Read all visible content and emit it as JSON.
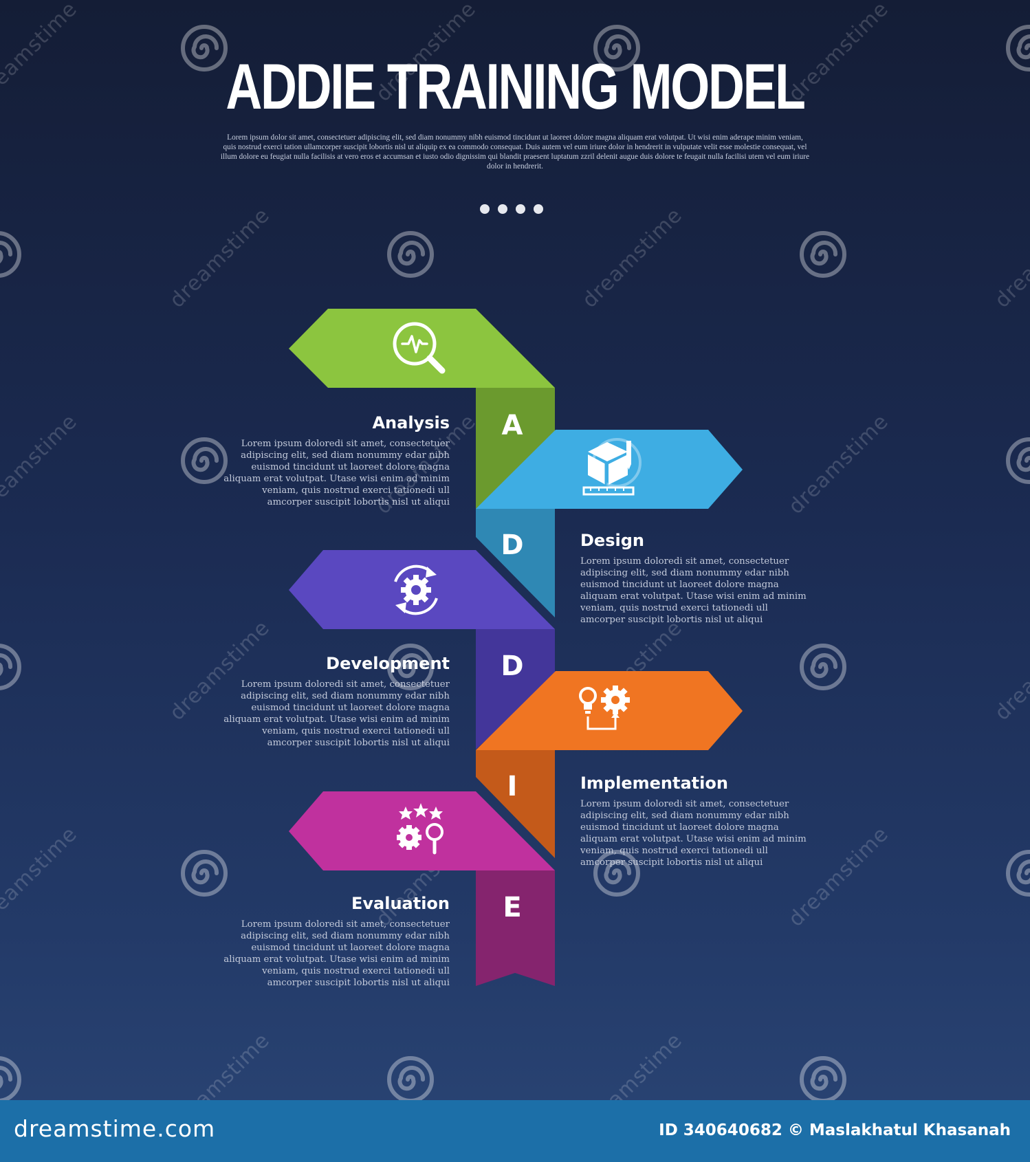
{
  "header": {
    "title": "ADDIE TRAINING MODEL",
    "intro": "Lorem ipsum dolor sit amet, consectetuer adipiscing elit, sed diam nonummy nibh euismod tincidunt ut laoreet dolore magna aliquam erat volutpat. Ut wisi enim aderape minim veniam, quis nostrud exerci tation ullamcorper suscipit lobortis nisl ut aliquip ex ea commodo consequat. Duis autem vel eum iriure dolor in hendrerit in vulputate velit esse molestie consequat, vel illum dolore eu feugiat nulla facilisis at vero eros et accumsan et iusto odio dignissim qui blandit praesent luptatum zzril delenit augue duis dolore te feugait nulla facilisi utem vel eum iriure dolor in hendrerit."
  },
  "steps": [
    {
      "letter": "A",
      "title": "Analysis",
      "color": "#8cc53f",
      "stem_color": "#6b9a2e",
      "icon": "magnifier-pulse-icon",
      "description": "Lorem ipsum doloredi sit amet, consectetuer adipiscing elit, sed diam nonummy edar nibh euismod tincidunt ut laoreet dolore magna aliquam erat volutpat. Utase wisi enim ad minim veniam, quis nostrud exerci tationedi ull amcorper suscipit lobortis nisl ut aliqui"
    },
    {
      "letter": "D",
      "title": "Design",
      "color": "#3eade3",
      "stem_color": "#2f88b4",
      "icon": "box-ruler-pencil-icon",
      "description": "Lorem ipsum doloredi sit amet, consectetuer adipiscing elit, sed diam nonummy edar nibh euismod tincidunt ut laoreet dolore magna aliquam erat volutpat. Utase wisi enim ad minim veniam, quis nostrud exerci tationedi ull amcorper suscipit lobortis nisl ut aliqui"
    },
    {
      "letter": "D",
      "title": "Development",
      "color": "#5a48c0",
      "stem_color": "#43369a",
      "icon": "gear-cycle-icon",
      "description": "Lorem ipsum doloredi sit amet, consectetuer adipiscing elit, sed diam nonummy edar nibh euismod tincidunt ut laoreet dolore magna aliquam erat volutpat. Utase wisi enim ad minim veniam, quis nostrud exerci tationedi ull amcorper suscipit lobortis nisl ut aliqui"
    },
    {
      "letter": "I",
      "title": "Implementation",
      "color": "#f07522",
      "stem_color": "#c45a1a",
      "icon": "bulb-gear-icon",
      "description": "Lorem ipsum doloredi sit amet, consectetuer adipiscing elit, sed diam nonummy edar nibh euismod tincidunt ut laoreet dolore magna aliquam erat volutpat. Utase wisi enim ad minim veniam, quis nostrud exerci tationedi ull amcorper suscipit lobortis nisl ut aliqui"
    },
    {
      "letter": "E",
      "title": "Evaluation",
      "color": "#c0319e",
      "stem_color": "#85246e",
      "icon": "stars-gear-search-icon",
      "description": "Lorem ipsum doloredi sit amet, consectetuer adipiscing elit, sed diam nonummy edar nibh euismod tincidunt ut laoreet dolore magna aliquam erat volutpat. Utase wisi enim ad minim veniam, quis nostrud exerci tationedi ull amcorper suscipit lobortis nisl ut aliqui"
    }
  ],
  "watermark": {
    "text": "dreamstime"
  },
  "footer": {
    "logo": "dreamstime.com",
    "credit": "ID 340640682 © Maslakhatul Khasanah"
  }
}
